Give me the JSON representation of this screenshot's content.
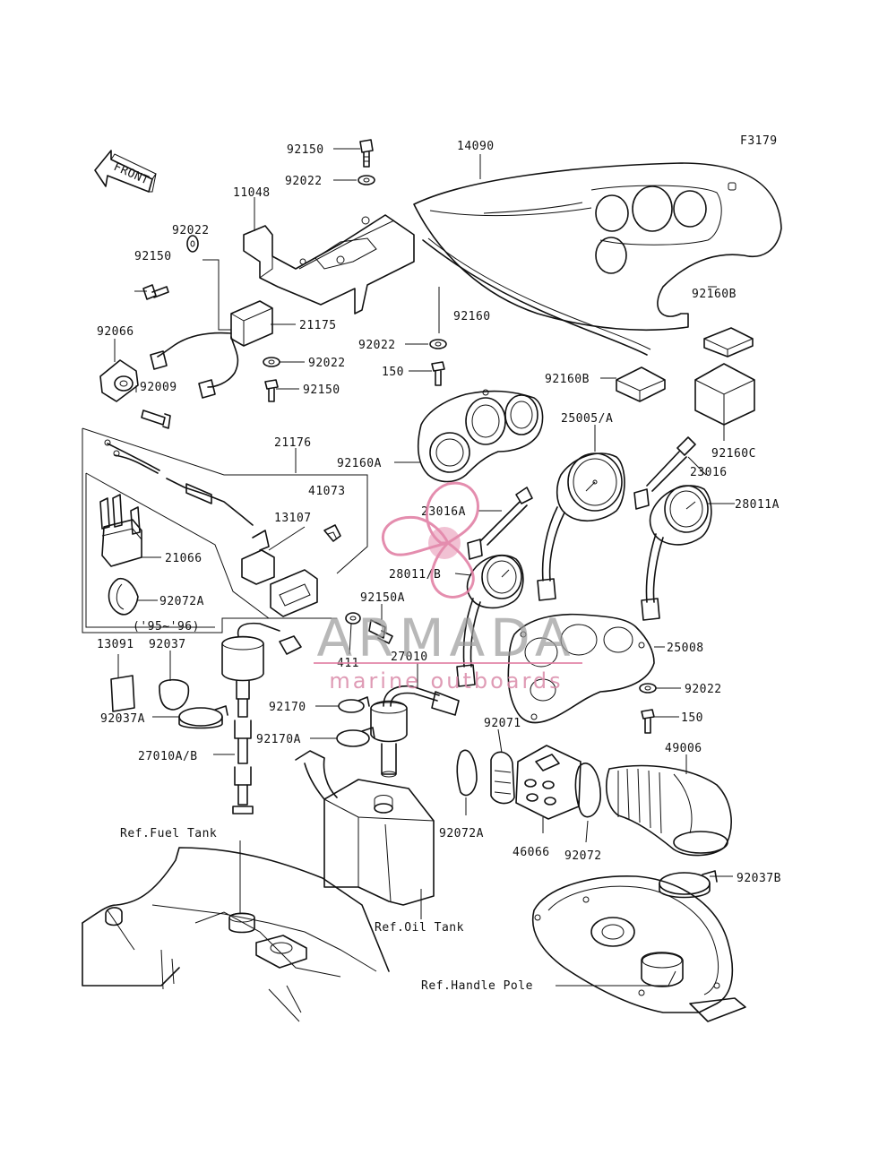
{
  "figure_code": "F3179",
  "front_marker": "FRONT",
  "labels": {
    "l_92150_top": "92150",
    "l_14090": "14090",
    "l_92022_top": "92022",
    "l_11048": "11048",
    "l_92022_left": "92022",
    "l_92150_left": "92150",
    "l_21175": "21175",
    "l_92022_mid": "92022",
    "l_92150_mid": "92150",
    "l_92066": "92066",
    "l_92009": "92009",
    "l_92160B_top": "92160B",
    "l_92160": "92160",
    "l_92022_center": "92022",
    "l_150_center": "150",
    "l_92160B_mid": "92160B",
    "l_92160C": "92160C",
    "l_21176": "21176",
    "l_41073": "41073",
    "l_13107": "13107",
    "l_21066": "21066",
    "l_92072A_left": "92072A",
    "l_years": "('95~'96)",
    "l_92160A": "92160A",
    "l_25005A": "25005/A",
    "l_23016": "23016",
    "l_28011A": "28011A",
    "l_23016A": "23016A",
    "l_28011B": "28011/B",
    "l_92150A": "92150A",
    "l_411": "411",
    "l_27010": "27010",
    "l_25008": "25008",
    "l_92022_right": "92022",
    "l_150_right": "150",
    "l_13091": "13091",
    "l_92037": "92037",
    "l_92037A": "92037A",
    "l_27010AB": "27010A/B",
    "l_92170": "92170",
    "l_92170A": "92170A",
    "l_92071": "92071",
    "l_49006": "49006",
    "l_92072A_bottom": "92072A",
    "l_46066": "46066",
    "l_92072": "92072",
    "l_ref_fuel": "Ref.Fuel Tank",
    "l_92037B": "92037B",
    "l_ref_oil": "Ref.Oil Tank",
    "l_ref_handle": "Ref.Handle Pole"
  },
  "watermark": {
    "title": "ARMADA",
    "subtitle": "marine outboards",
    "accent_color": "#e07aa0"
  },
  "colors": {
    "line": "#111111",
    "background": "#ffffff"
  }
}
